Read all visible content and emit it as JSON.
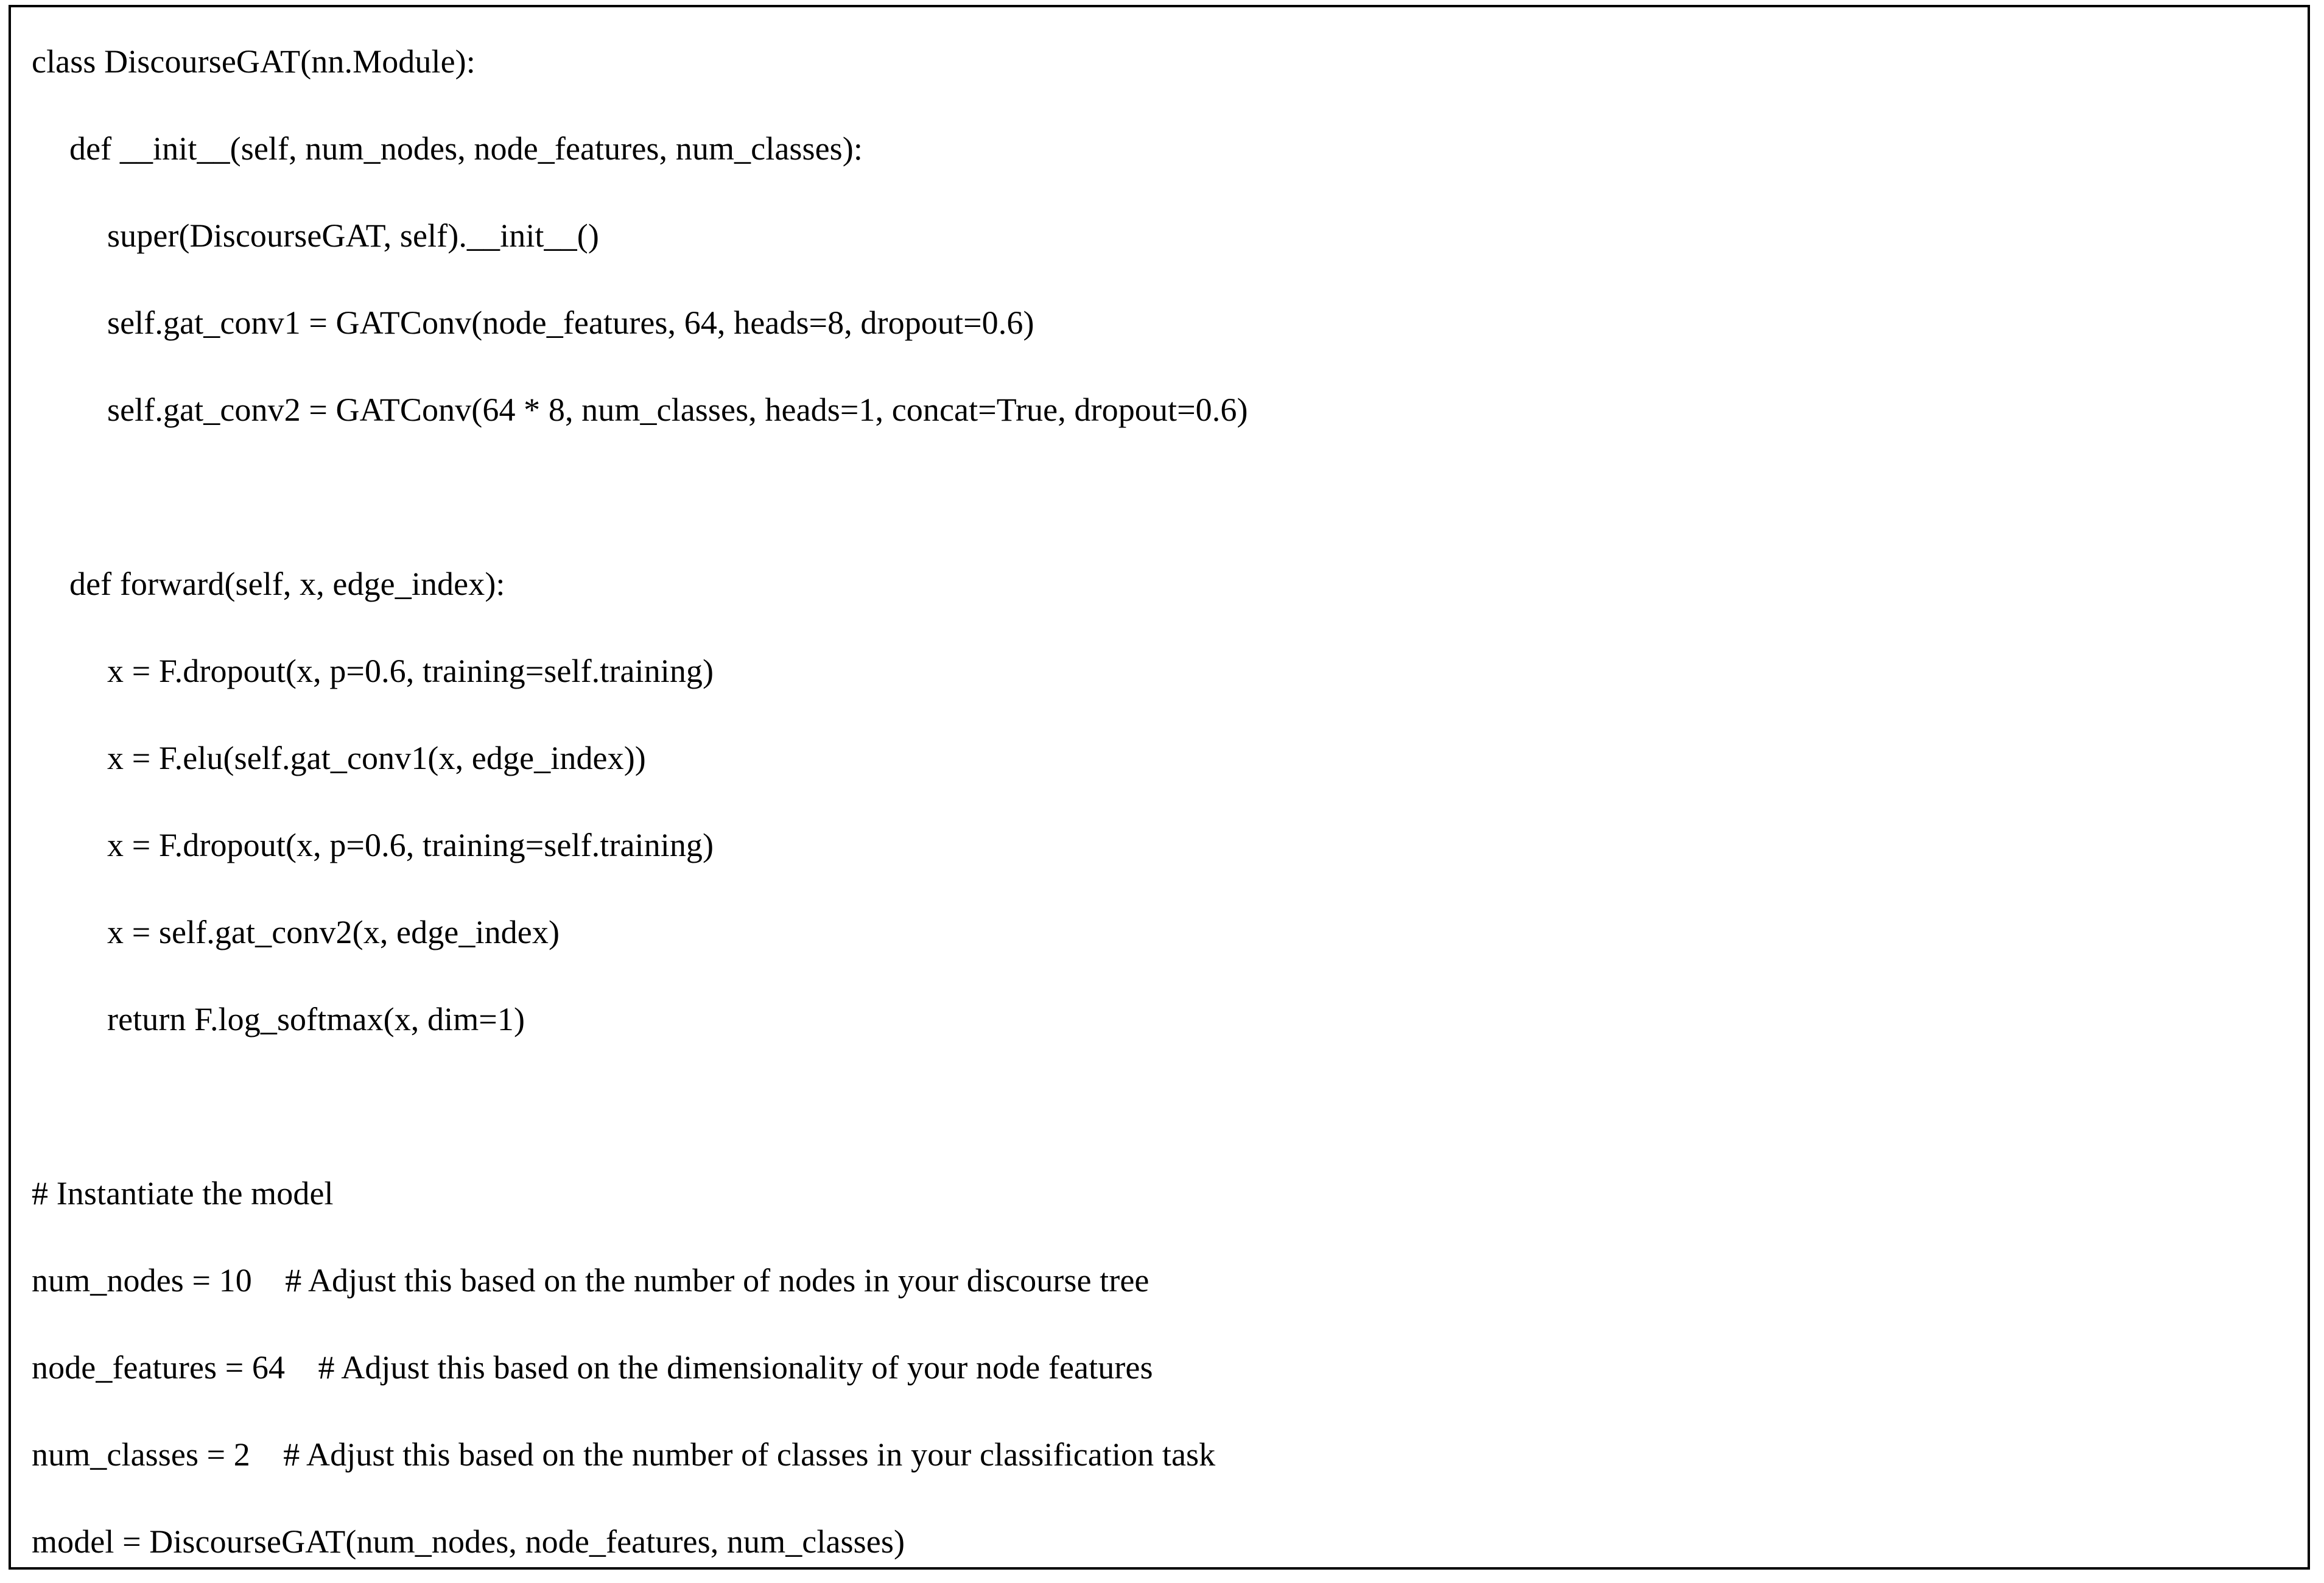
{
  "figure": {
    "kind": "code-listing",
    "language": "python",
    "border_color": "#000000",
    "background_color": "#ffffff",
    "text_color": "#000000"
  },
  "code": {
    "lines": [
      {
        "indent": 0,
        "text": "class DiscourseGAT(nn.Module):"
      },
      {
        "indent": 1,
        "text": "def __init__(self, num_nodes, node_features, num_classes):"
      },
      {
        "indent": 2,
        "text": "super(DiscourseGAT, self).__init__()"
      },
      {
        "indent": 2,
        "text": "self.gat_conv1 = GATConv(node_features, 64, heads=8, dropout=0.6)"
      },
      {
        "indent": 2,
        "text": "self.gat_conv2 = GATConv(64 * 8, num_classes, heads=1, concat=True, dropout=0.6)"
      },
      {
        "indent": 0,
        "text": ""
      },
      {
        "indent": 1,
        "text": "def forward(self, x, edge_index):"
      },
      {
        "indent": 2,
        "text": "x = F.dropout(x, p=0.6, training=self.training)"
      },
      {
        "indent": 2,
        "text": "x = F.elu(self.gat_conv1(x, edge_index))"
      },
      {
        "indent": 2,
        "text": "x = F.dropout(x, p=0.6, training=self.training)"
      },
      {
        "indent": 2,
        "text": "x = self.gat_conv2(x, edge_index)"
      },
      {
        "indent": 2,
        "text": "return F.log_softmax(x, dim=1)"
      },
      {
        "indent": 0,
        "text": ""
      },
      {
        "indent": 0,
        "text": "# Instantiate the model"
      },
      {
        "indent": 0,
        "text": "num_nodes = 10    # Adjust this based on the number of nodes in your discourse tree"
      },
      {
        "indent": 0,
        "text": "node_features = 64    # Adjust this based on the dimensionality of your node features"
      },
      {
        "indent": 0,
        "text": "num_classes = 2    # Adjust this based on the number of classes in your classification task"
      },
      {
        "indent": 0,
        "text": "model = DiscourseGAT(num_nodes, node_features, num_classes)"
      }
    ]
  }
}
